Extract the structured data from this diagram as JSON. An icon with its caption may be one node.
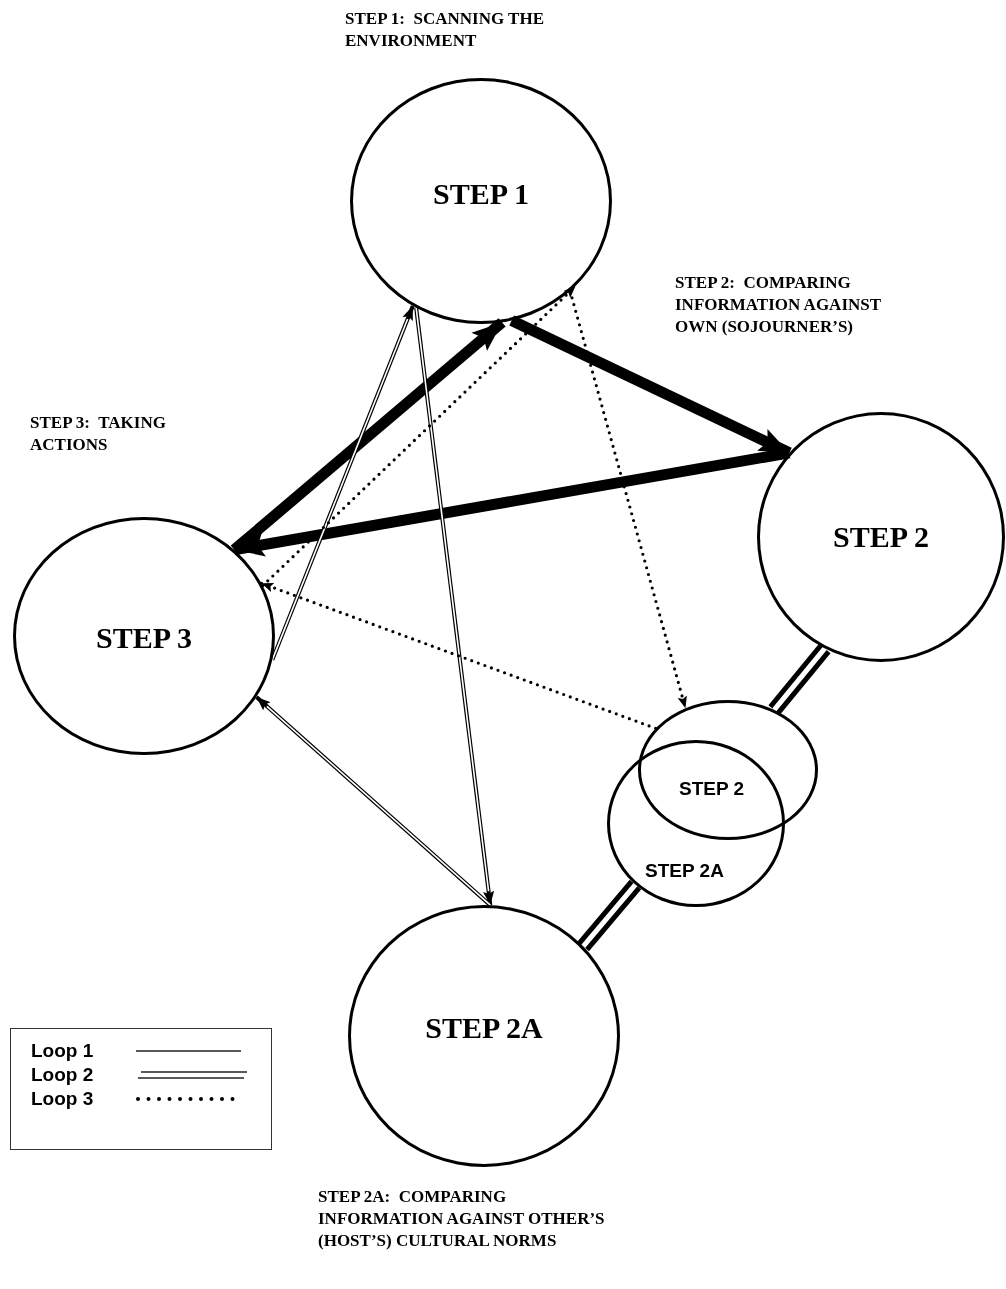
{
  "diagram": {
    "nodes": [
      {
        "text": [
          "STEP 1"
        ],
        "beside": [
          "STEP 1:  SCANNING THE ENVIRONMENT"
        ]
      },
      {
        "text": [
          "STEP 2"
        ]
      },
      {
        "text": [
          "STEP 3"
        ]
      },
      {
        "text": [
          "STEP 2A"
        ],
        "beside": [
          "STEP 2A:  COMPARING INFORMATION AGAINST OTHER’S (HOST’S) CULTURAL NORMS"
        ]
      },
      {
        "text": [
          "STEP 2"
        ]
      },
      {
        "text": [
          "STEP 2A"
        ]
      }
    ],
    "edges": [
      {
        "from": 0,
        "to": 1,
        "arrow": "to",
        "style": "thick"
      },
      {
        "from": 1,
        "to": 2,
        "arrow": "to",
        "style": "thick"
      },
      {
        "from": 2,
        "to": 0,
        "arrow": "to",
        "style": "thick"
      },
      {
        "from": 0,
        "to": 3,
        "arrow": "to"
      },
      {
        "from": 3,
        "to": 2,
        "arrow": "to"
      },
      {
        "from": 2,
        "to": 0,
        "arrow": "to"
      },
      {
        "from": 2,
        "to": 0,
        "arrow": "to",
        "style": "dashed"
      },
      {
        "from": 0,
        "to": 4,
        "arrow": "to",
        "style": "dashed"
      },
      {
        "from": 4,
        "to": 2,
        "arrow": "to",
        "style": "dashed"
      },
      {
        "from": 1,
        "to": 4,
        "arrow": "none",
        "style": "thick"
      },
      {
        "from": 5,
        "to": 3,
        "arrow": "none",
        "style": "thick"
      }
    ],
    "labels": [
      "STEP 2:  COMPARING INFORMATION AGAINST OWN (SOJOURNER’S)",
      "STEP 3:  TAKING ACTIONS"
    ],
    "legend": [
      {
        "text": "Loop 1"
      },
      {
        "text": "Loop 2"
      },
      {
        "text": "Loop 3"
      }
    ]
  }
}
